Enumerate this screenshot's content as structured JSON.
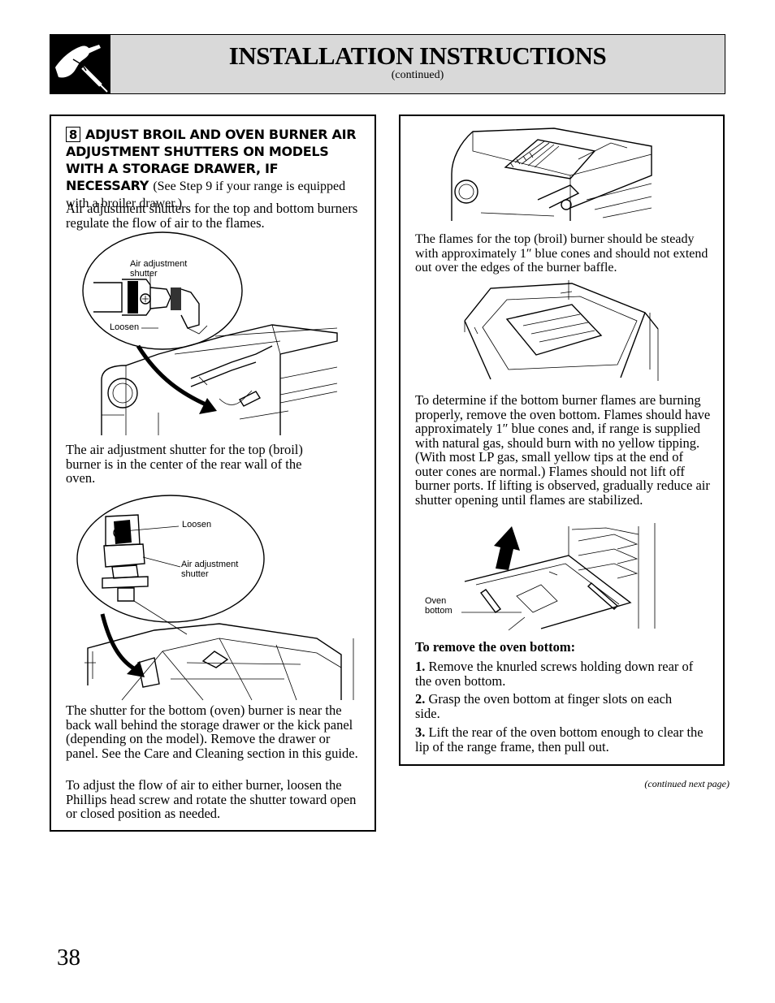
{
  "header": {
    "title": "INSTALLATION INSTRUCTIONS",
    "subtitle": "(continued)"
  },
  "left": {
    "step_number": "8",
    "step_heading": "ADJUST BROIL AND OVEN BURNER AIR ADJUSTMENT SHUTTERS ON MODELS WITH A STORAGE DRAWER, IF NECESSARY",
    "step_note": "(See Step 9 if your range is equipped with a broiler drawer.)",
    "intro": "Air adjustment shutters for the top and bottom burners regulate the flow of air to the flames.",
    "fig1": {
      "label_shutter": "Air adjustment shutter",
      "label_loosen": "Loosen"
    },
    "top_text": "The air adjustment shutter for the top (broil) burner is in the center of the rear wall of the oven.",
    "fig2": {
      "label_loosen": "Loosen",
      "label_shutter": "Air adjustment shutter"
    },
    "bottom_text": "The shutter for the bottom (oven) burner is near the back wall behind the storage drawer or the kick panel (depending on the model). Remove the drawer or panel. See the Care and Cleaning section in this guide.",
    "adjust_text": "To adjust the flow of air to either burner, loosen the Phillips head screw and rotate the shutter toward open or closed position as needed."
  },
  "right": {
    "broil_flames": "The flames for the top (broil) burner should be steady with approximately 1″ blue cones and should not extend out over the edges of the burner baffle.",
    "bottom_flames": "To determine if the bottom burner flames are burning properly, remove the oven bottom. Flames should have approximately 1″ blue cones and, if range is supplied with natural gas, should burn with no yellow tipping. (With most LP gas, small yellow tips at the end of outer cones are normal.) Flames should not lift off burner ports. If lifting is observed, gradually reduce air shutter opening until flames are stabilized.",
    "fig_label": "Oven bottom",
    "remove_heading": "To remove the oven bottom:",
    "steps": [
      {
        "num": "1.",
        "text": "Remove the knurled screws holding down rear of the oven bottom."
      },
      {
        "num": "2.",
        "text": "Grasp the oven bottom at finger slots on each side."
      },
      {
        "num": "3.",
        "text": "Lift the rear of the oven bottom enough to clear the lip of the range frame, then pull out."
      }
    ]
  },
  "footer": {
    "continued": "(continued next page)",
    "page_number": "38"
  }
}
